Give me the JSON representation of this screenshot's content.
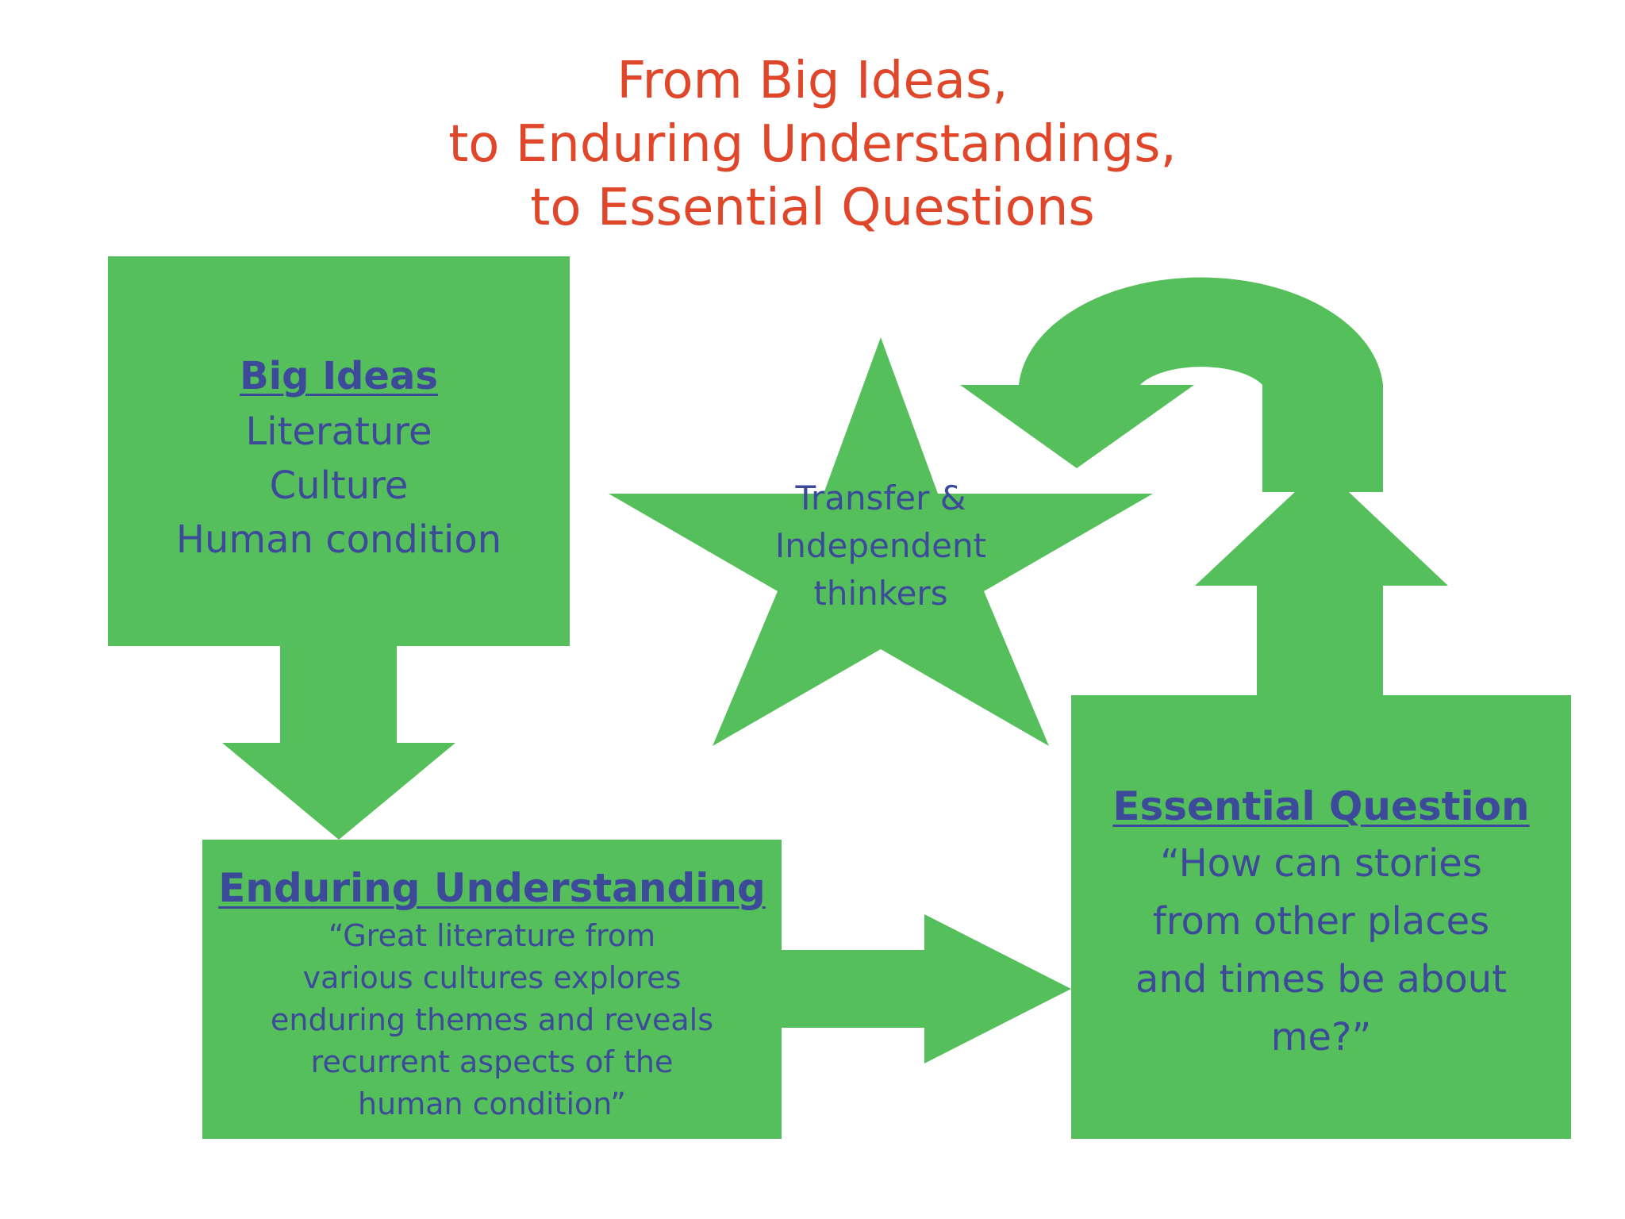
{
  "title": {
    "lines": [
      "From Big Ideas,",
      "to Enduring Understandings,",
      "to Essential Questions"
    ]
  },
  "colors": {
    "shape_fill": "#55bf5c",
    "title_text": "#e0462a",
    "body_text": "#3d4a9a"
  },
  "big_ideas": {
    "heading": "Big Ideas",
    "items": [
      "Literature",
      "Culture",
      "Human condition"
    ]
  },
  "enduring_understanding": {
    "heading": "Enduring Understanding",
    "quote_lines": [
      "“Great literature from",
      "various cultures explores",
      "enduring themes and reveals",
      "recurrent aspects of the",
      "human condition”"
    ]
  },
  "essential_question": {
    "heading": "Essential Question",
    "quote_lines": [
      "“How can stories",
      "from other places",
      "and times be about",
      "me?”"
    ]
  },
  "star": {
    "lines": [
      "Transfer &",
      "Independent",
      "thinkers"
    ]
  }
}
